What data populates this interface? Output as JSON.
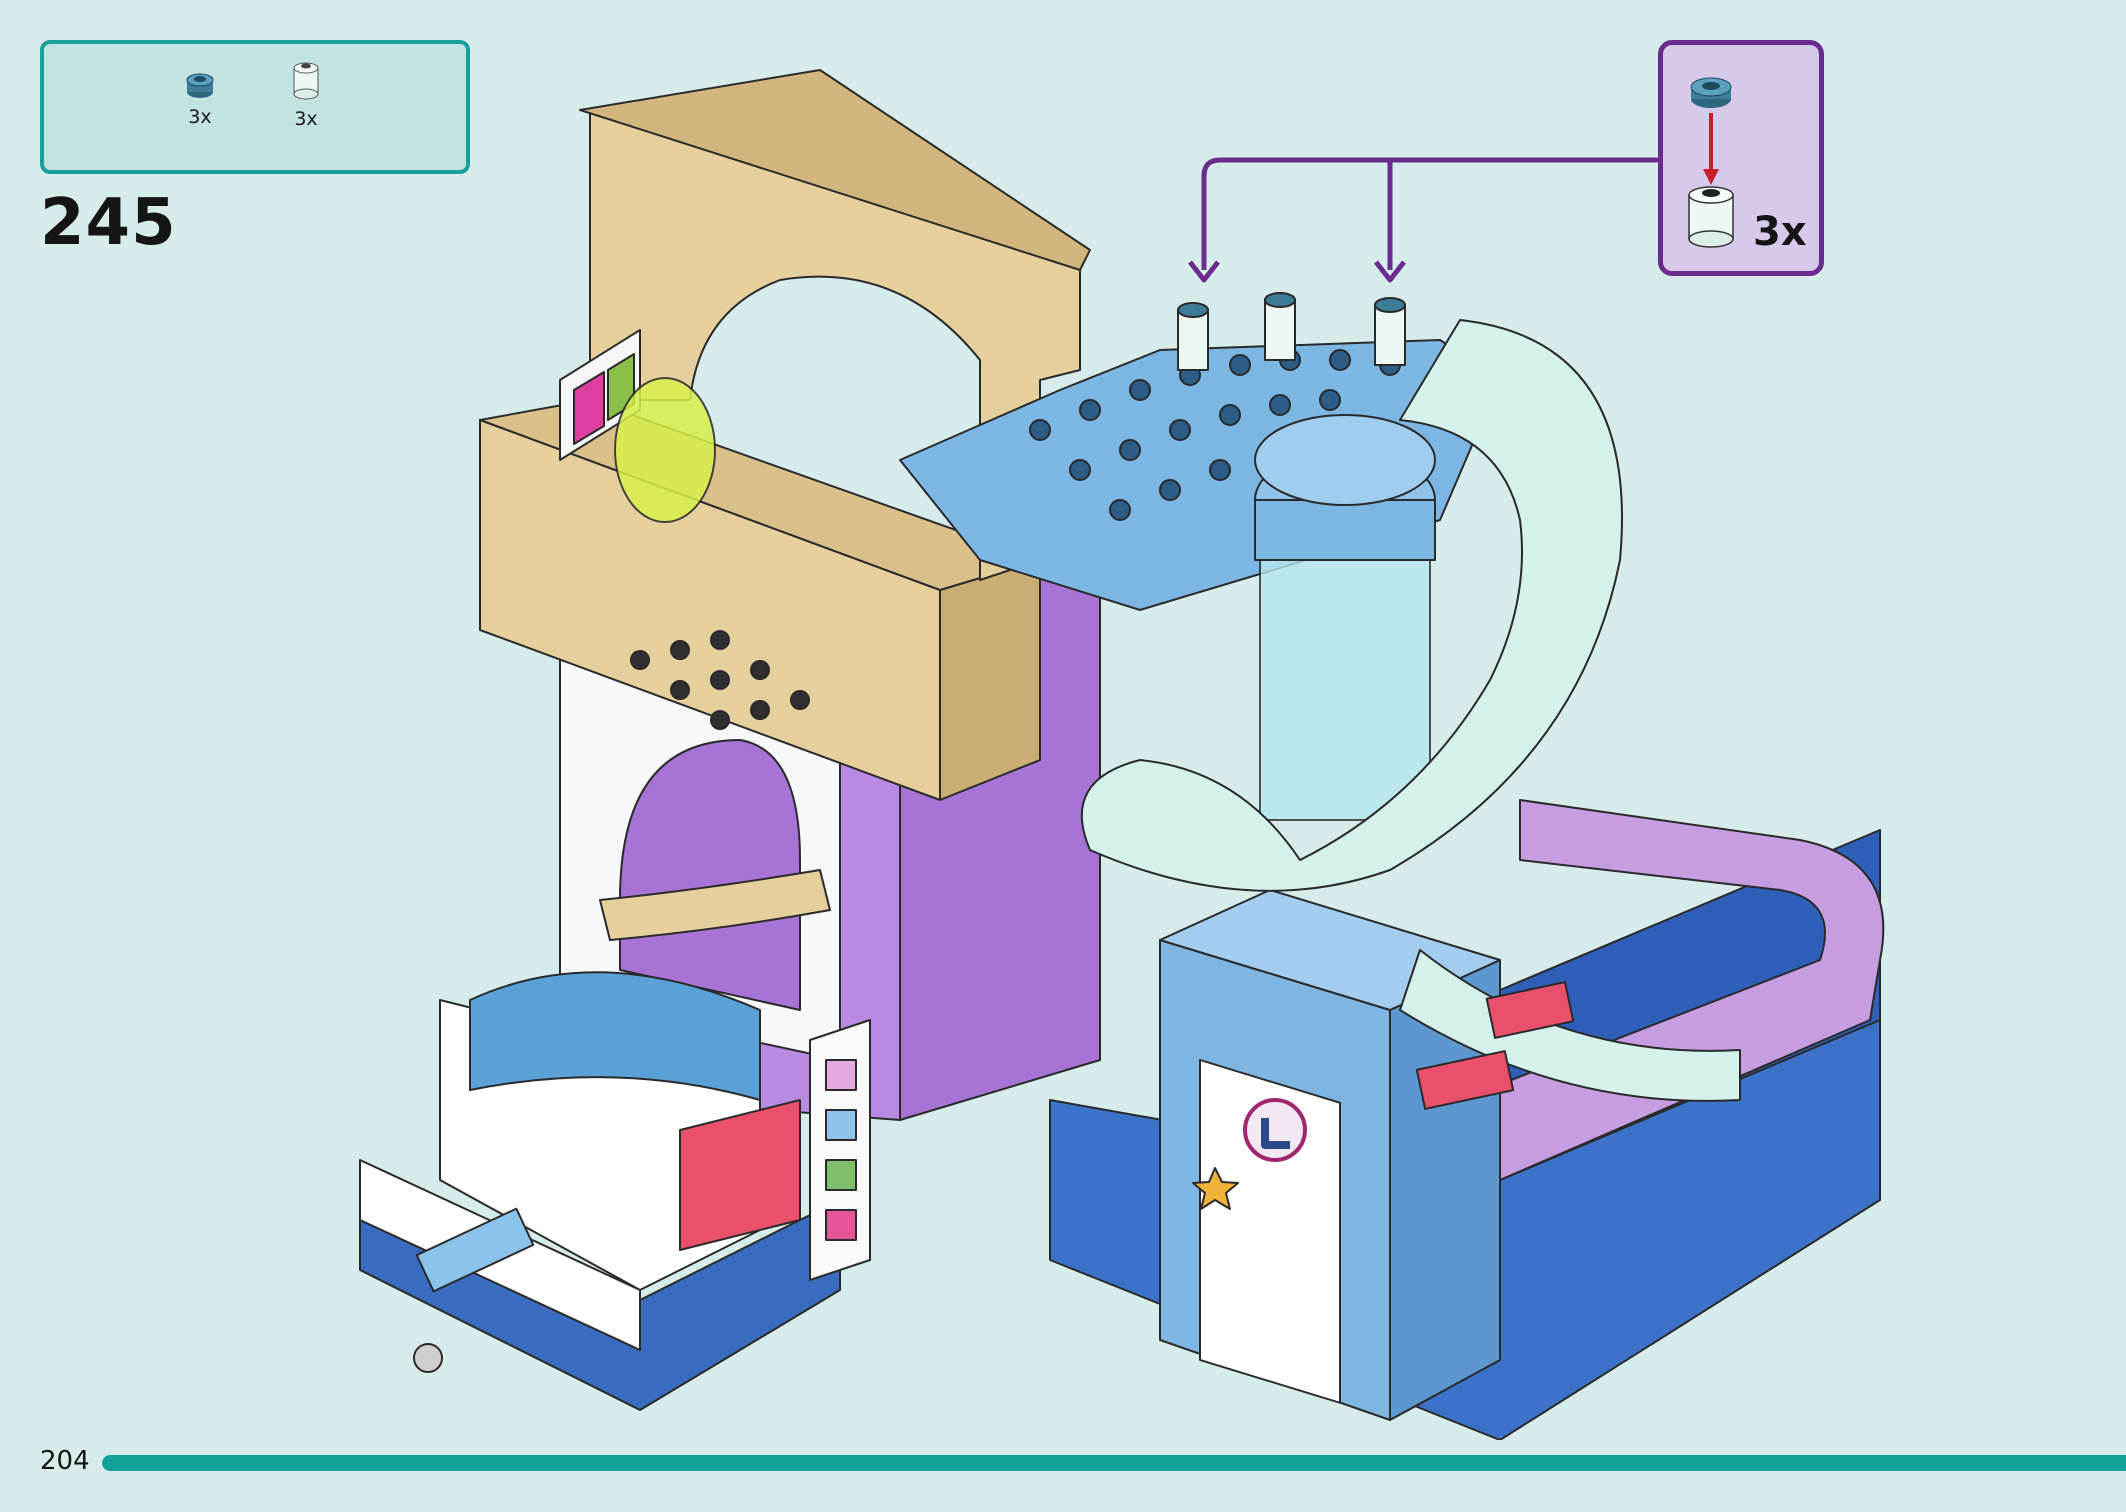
{
  "parts_list": {
    "items": [
      {
        "icon": "dark-turquoise-round-cap-icon",
        "color": "#3e7d99",
        "quantity": "3x"
      },
      {
        "icon": "trans-clear-round-brick-icon",
        "color": "#e8f5ef",
        "quantity": "3x"
      }
    ]
  },
  "step": {
    "number": "245"
  },
  "callout": {
    "quantity": "3x"
  },
  "page": {
    "number": "204",
    "progress": 1.0
  },
  "colors": {
    "background": "#d6ecea",
    "parts_frame": "#19a09a",
    "callout_frame": "#6b2c8e",
    "callout_arrow": "#6b2c8e",
    "progress_bar": "#13a096"
  }
}
